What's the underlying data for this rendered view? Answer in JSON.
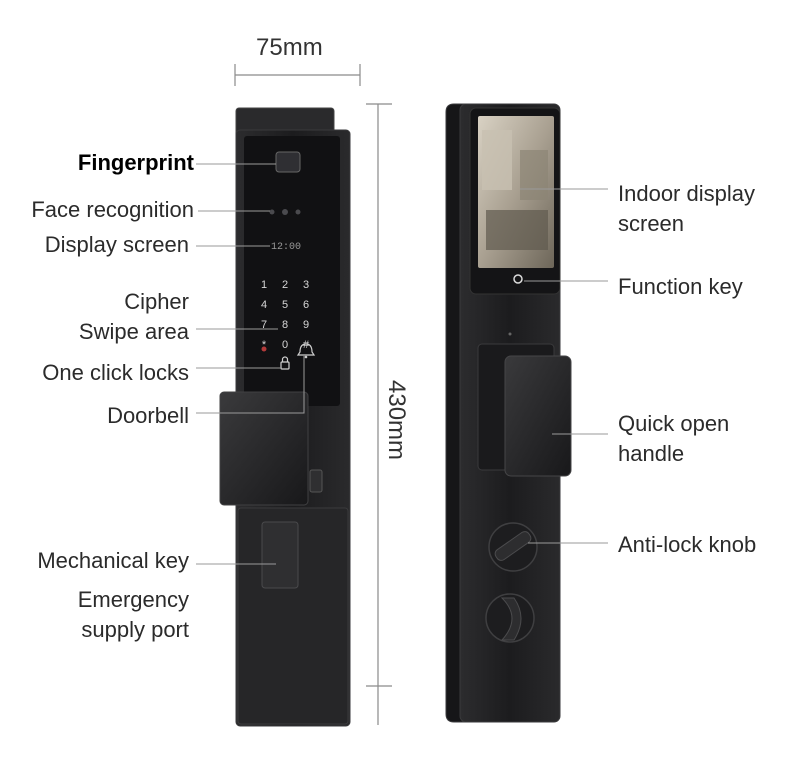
{
  "dimensions": {
    "width_label": "75mm",
    "height_label": "430mm"
  },
  "front_keypad": {
    "clock": "12:00",
    "keys": [
      "1",
      "2",
      "3",
      "4",
      "5",
      "6",
      "7",
      "8",
      "9",
      "*",
      "0",
      "#"
    ]
  },
  "labels_left": {
    "fingerprint": "Fingerprint",
    "face_recognition": "Face recognition",
    "display_screen": "Display screen",
    "cipher_line1": "Cipher",
    "cipher_line2": "Swipe area",
    "one_click_locks": "One click locks",
    "doorbell": "Doorbell",
    "mechanical_key": "Mechanical key",
    "emergency_line1": "Emergency",
    "emergency_line2": "supply port"
  },
  "labels_right": {
    "indoor_display_line1": "Indoor display",
    "indoor_display_line2": "screen",
    "function_key": "Function key",
    "quick_open_line1": "Quick open",
    "quick_open_line2": "handle",
    "anti_lock_knob": "Anti-lock knob"
  },
  "colors": {
    "lock_body": "#1f1f21",
    "lock_edge": "#3a3a3c",
    "line": "#9a9a9a",
    "text": "#2b2b2b"
  }
}
